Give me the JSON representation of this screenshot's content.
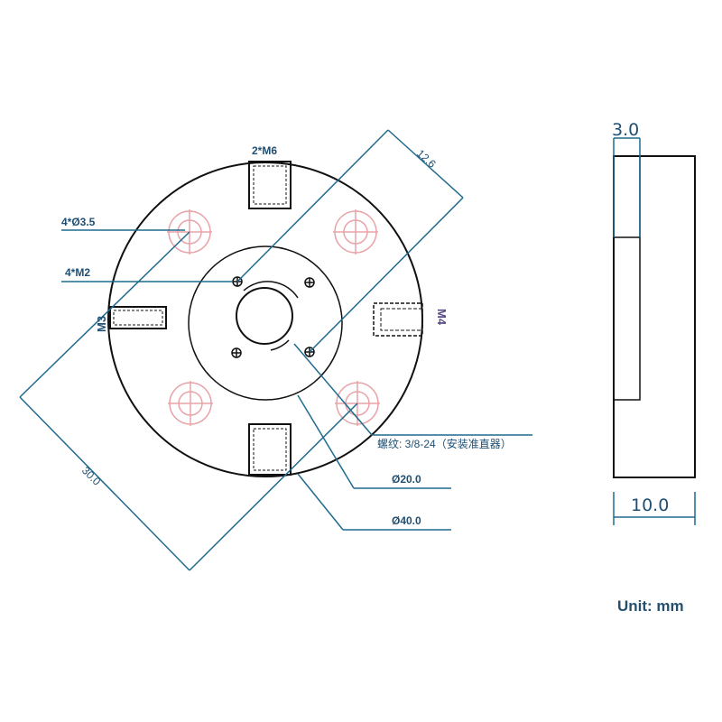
{
  "labels": {
    "m6": "2*M6",
    "d35": "4*Ø3.5",
    "m2": "4*M2",
    "m3": "M3",
    "m4": "M4",
    "dim_126": "12.6",
    "dim_300": "30.0",
    "thread": "螺纹: 3/8-24（安装准直器）",
    "d20": "Ø20.0",
    "d40": "Ø40.0",
    "side_30": "3.0",
    "side_100": "10.0",
    "unit": "Unit: mm"
  },
  "colors": {
    "outline": "#111111",
    "dimension": "#1f6a8e",
    "text": "#1f4f73",
    "m4_label": "#5b4a8a",
    "counterbore": "#e8a3a8",
    "unit": "#24506e"
  }
}
